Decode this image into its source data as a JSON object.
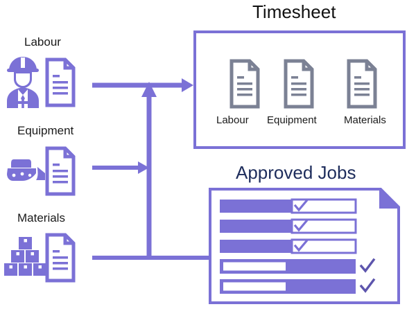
{
  "diagram": {
    "title_timesheet": "Timesheet",
    "title_approved": "Approved Jobs",
    "accent_purple": "#7b71d6",
    "accent_gray": "#7b8194",
    "title_navy": "#1e2d5c",
    "background": "#ffffff"
  },
  "sources": [
    {
      "label": "Labour",
      "icon": "worker-icon",
      "doc_icon": "document-icon"
    },
    {
      "label": "Equipment",
      "icon": "bulldozer-icon",
      "doc_icon": "document-icon"
    },
    {
      "label": "Materials",
      "icon": "boxes-icon",
      "doc_icon": "document-icon"
    }
  ],
  "timesheet": {
    "title": "Timesheet",
    "documents": [
      {
        "label": "Labour",
        "icon": "document-icon"
      },
      {
        "label": "Equipment",
        "icon": "document-icon"
      },
      {
        "label": "Materials",
        "icon": "document-icon"
      }
    ]
  },
  "approved_jobs": {
    "title": "Approved Jobs",
    "rows": [
      {
        "style": "filled-left",
        "check": "inside",
        "check_glyph": "✓"
      },
      {
        "style": "filled-left",
        "check": "inside",
        "check_glyph": "✓"
      },
      {
        "style": "filled-left",
        "check": "inside",
        "check_glyph": "✓"
      },
      {
        "style": "filled-right",
        "check": "outside",
        "check_glyph": "✓"
      },
      {
        "style": "filled-right",
        "check": "outside",
        "check_glyph": "✓"
      }
    ]
  },
  "connectors": [
    {
      "name": "labour-to-timesheet",
      "type": "arrow-right"
    },
    {
      "name": "equipment-to-trunk",
      "type": "arrow-right"
    },
    {
      "name": "materials-to-approved",
      "type": "line-right"
    },
    {
      "name": "trunk-up-to-timesheet",
      "type": "arrow-up"
    }
  ]
}
